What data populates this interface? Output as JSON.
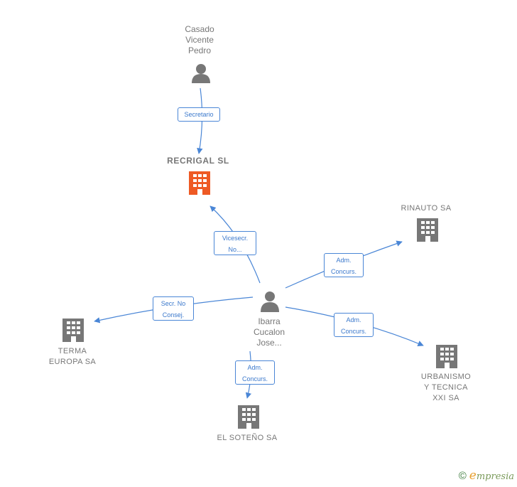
{
  "nodes": {
    "casado": {
      "label": "Casado\nVicente\nPedro",
      "icon": "person-icon"
    },
    "recrigal": {
      "label": "RECRIGAL SL",
      "icon": "building-icon",
      "color": "#ee5a24"
    },
    "rinauto": {
      "label": "RINAUTO SA",
      "icon": "building-icon"
    },
    "ibarra": {
      "label": "Ibarra\nCucalon\nJose...",
      "icon": "person-icon"
    },
    "terma": {
      "label": "TERMA\nEUROPA SA",
      "icon": "building-icon"
    },
    "urbanismo": {
      "label": "URBANISMO\nY TECNICA\nXXI SA",
      "icon": "building-icon"
    },
    "soteno": {
      "label": "EL SOTEÑO SA",
      "icon": "building-icon"
    }
  },
  "edges": {
    "secretario": "Secretario",
    "vicesecr": "Vicesecr.\nNo...",
    "rinauto_adm": "Adm.\nConcurs.",
    "terma_secr": "Secr.  No\nConsej.",
    "urbanismo_adm": "Adm.\nConcurs.",
    "soteno_adm": "Adm.\nConcurs."
  },
  "colors": {
    "edge": "#4a86d6",
    "icon_gray": "#777777",
    "focus": "#ee5a24"
  },
  "footer": {
    "copyright": "©",
    "brand_initial": "e",
    "brand_rest": "mpresia"
  }
}
